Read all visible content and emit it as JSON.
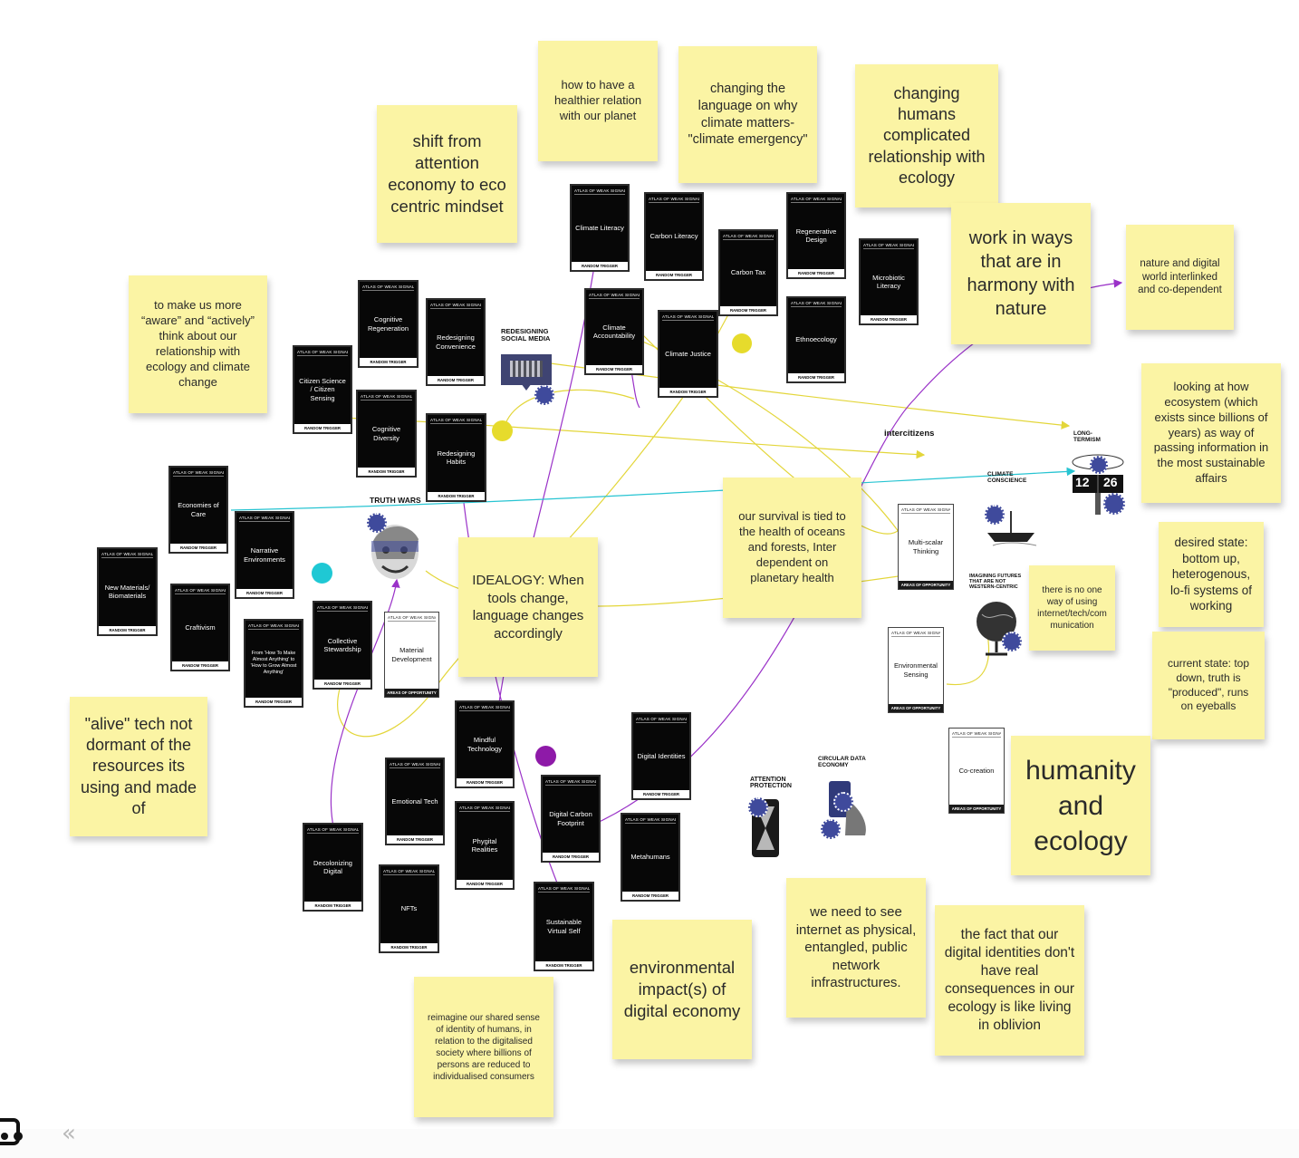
{
  "board": {
    "stickies": [
      {
        "id": "s-attention",
        "text": "shift from attention economy to eco centric mindset"
      },
      {
        "id": "s-healthier",
        "text": "how to have a healthier relation with our planet"
      },
      {
        "id": "s-language",
        "text": "changing the language on why climate matters- \"climate emergency\""
      },
      {
        "id": "s-complicated",
        "text": "changing humans complicated relationship with ecology"
      },
      {
        "id": "s-harmony",
        "text": "work in ways that are in harmony with nature"
      },
      {
        "id": "s-interlinked",
        "text": "nature and digital world interlinked and co-dependent"
      },
      {
        "id": "s-aware",
        "text": "to make us more “aware” and “actively” think about our relationship with ecology and climate change"
      },
      {
        "id": "s-ecosystem",
        "text": "looking at how ecosystem (which exists since billions of years) as way of passing information in the most sustainable affairs"
      },
      {
        "id": "s-survival",
        "text": "our survival is tied to the health of oceans and forests, Inter dependent on planetary health"
      },
      {
        "id": "s-idealogy",
        "text": "IDEALOGY: When tools change, language changes accordingly"
      },
      {
        "id": "s-desired",
        "text": "desired state: bottom up, heterogenous, lo-fi systems of working"
      },
      {
        "id": "s-noone",
        "text": "there is no one way of using internet/tech/com munication"
      },
      {
        "id": "s-current",
        "text": "current state: top down, truth is \"produced\", runs on eyeballs"
      },
      {
        "id": "s-alive",
        "text": "\"alive\" tech not dormant of the resources its using and made of"
      },
      {
        "id": "s-humanity",
        "text": "humanity and ecology"
      },
      {
        "id": "s-internet",
        "text": "we need to see internet as physical, entangled, public network infrastructures."
      },
      {
        "id": "s-digitalid",
        "text": "the fact that our digital identities don't have real consequences in our ecology is like living in oblivion"
      },
      {
        "id": "s-envimpact",
        "text": "environmental impact(s) of digital economy"
      },
      {
        "id": "s-reimagine",
        "text": "reimagine our shared sense of identity of humans, in relation to the digitalised society where billions of persons are reduced to individualised consumers"
      }
    ],
    "cards": [
      {
        "id": "c-climate-literacy",
        "name": "Climate Literacy"
      },
      {
        "id": "c-carbon-literacy",
        "name": "Carbon Literacy"
      },
      {
        "id": "c-regenerative-design",
        "name": "Regenerative Design"
      },
      {
        "id": "c-carbon-tax",
        "name": "Carbon Tax"
      },
      {
        "id": "c-microbiotic-literacy",
        "name": "Microbiotic Literacy"
      },
      {
        "id": "c-climate-accountability",
        "name": "Climate Accountability"
      },
      {
        "id": "c-climate-justice",
        "name": "Climate Justice"
      },
      {
        "id": "c-ethnoecology",
        "name": "Ethnoecology"
      },
      {
        "id": "c-cognitive-regeneration",
        "name": "Cognitive Regeneration"
      },
      {
        "id": "c-redesigning-convenience",
        "name": "Redesigning Convenience"
      },
      {
        "id": "c-citizen-science",
        "name": "Citizen Science / Citizen Sensing"
      },
      {
        "id": "c-cognitive-diversity",
        "name": "Cognitive Diversity"
      },
      {
        "id": "c-redesigning-habits",
        "name": "Redesigning Habits"
      },
      {
        "id": "c-economies-of-care",
        "name": "Economies of Care"
      },
      {
        "id": "c-narrative-environments",
        "name": "Narrative Environments"
      },
      {
        "id": "c-new-materials",
        "name": "New Materials/ Biomaterials"
      },
      {
        "id": "c-craftivism",
        "name": "Craftivism"
      },
      {
        "id": "c-from-how-to",
        "name": "From 'How To Make Almost Anything' to 'How to Grow Almost Anything'"
      },
      {
        "id": "c-collective-stewardship",
        "name": "Collective Stewardship"
      },
      {
        "id": "c-material-development",
        "name": "Material Development"
      },
      {
        "id": "c-mindful-technology",
        "name": "Mindful Technology"
      },
      {
        "id": "c-digital-identities",
        "name": "Digital Identities"
      },
      {
        "id": "c-emotional-tech",
        "name": "Emotional Tech"
      },
      {
        "id": "c-digital-carbon-footprint",
        "name": "Digital Carbon Footprint"
      },
      {
        "id": "c-phygital-realities",
        "name": "Phygital Realities"
      },
      {
        "id": "c-metahumans",
        "name": "Metahumans"
      },
      {
        "id": "c-decolonizing-digital",
        "name": "Decolonizing Digital"
      },
      {
        "id": "c-nfts",
        "name": "NFTs"
      },
      {
        "id": "c-sustainable-virtual-self",
        "name": "Sustainable Virtual Self"
      },
      {
        "id": "c-multi-scalar-thinking",
        "name": "Multi-scalar Thinking"
      },
      {
        "id": "c-environmental-sensing",
        "name": "Environmental Sensing"
      },
      {
        "id": "c-co-creation",
        "name": "Co-creation"
      }
    ],
    "card_header": "ATLAS OF WEAK SIGNALS",
    "footer_random": "RANDOM TRIGGER",
    "footer_opportunity": "AREAS OF OPPORTUNITY",
    "labels": {
      "redesigning_social_media": "REDESIGNING SOCIAL MEDIA",
      "truth_wars": "TRUTH WARS",
      "intercitizens": "intercitizens",
      "longtermism": "LONG-TERMISM",
      "climate_conscience": "CLIMATE CONSCIENCE",
      "imagining_futures": "IMAGINING FUTURES THAT ARE NOT WESTERN-CENTRIC",
      "attention_protection": "ATTENTION PROTECTION",
      "circular_data_economy": "CIRCULAR DATA ECONOMY",
      "clock_left": "12",
      "clock_right": "26"
    },
    "colors": {
      "sticky": "#fbf4a4",
      "dot_yellow": "#e6db2c",
      "dot_cyan": "#1fc8d4",
      "dot_purple": "#8e1aa8",
      "line_yellow": "#e3d63a",
      "line_purple": "#9a32c8",
      "line_cyan": "#27c4d2"
    }
  },
  "icons": {
    "logo": "miro-board-logo-icon",
    "collapse": "double-chevron-left-icon",
    "collapse_glyph": "«"
  }
}
